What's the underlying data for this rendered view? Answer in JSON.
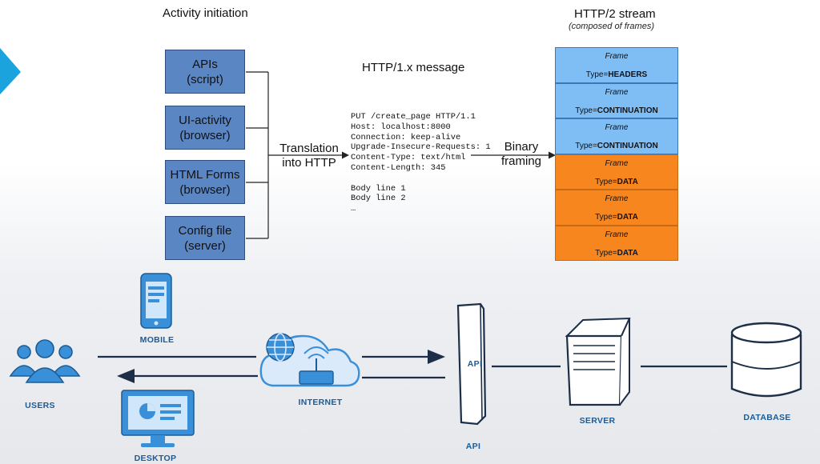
{
  "upper": {
    "activity_title": "Activity initiation",
    "sources": [
      {
        "line1": "APIs",
        "line2": "(script)"
      },
      {
        "line1": "UI-activity",
        "line2": "(browser)"
      },
      {
        "line1": "HTML Forms",
        "line2": "(browser)"
      },
      {
        "line1": "Config file",
        "line2": "(server)"
      }
    ],
    "translation_label": {
      "line1": "Translation",
      "line2": "into HTTP"
    },
    "http1_title": "HTTP/1.x message",
    "http1_lines": [
      "PUT /create_page HTTP/1.1",
      "Host: localhost:8000",
      "Connection: keep-alive",
      "Upgrade-Insecure-Requests: 1",
      "Content-Type: text/html",
      "Content-Length: 345",
      "",
      "Body line 1",
      "Body line 2",
      "…"
    ],
    "framing_label": {
      "line1": "Binary",
      "line2": "framing"
    },
    "http2_title": "HTTP/2 stream",
    "http2_subtitle": "(composed of frames)",
    "frames": [
      {
        "name": "Frame",
        "type_prefix": "Type=",
        "type": "HEADERS",
        "color": "#7fbdf5"
      },
      {
        "name": "Frame",
        "type_prefix": "Type=",
        "type": "CONTINUATION",
        "color": "#7fbdf5"
      },
      {
        "name": "Frame",
        "type_prefix": "Type=",
        "type": "CONTINUATION",
        "color": "#7fbdf5"
      },
      {
        "name": "Frame",
        "type_prefix": "Type=",
        "type": "DATA",
        "color": "#f7861f"
      },
      {
        "name": "Frame",
        "type_prefix": "Type=",
        "type": "DATA",
        "color": "#f7861f"
      },
      {
        "name": "Frame",
        "type_prefix": "Type=",
        "type": "DATA",
        "color": "#f7861f"
      }
    ]
  },
  "lower": {
    "users_label": "USERS",
    "mobile_label": "MOBILE",
    "desktop_label": "DESKTOP",
    "internet_label": "INTERNET",
    "api_inner_label": "API",
    "api_label": "API",
    "server_label": "SERVER",
    "database_label": "DATABASE"
  },
  "colors": {
    "source_box": "#5b86c4",
    "frame_blue": "#7fbdf5",
    "frame_orange": "#f7861f",
    "icon_blue": "#3a8fd9",
    "nav_arrow": "#1aa3dc"
  }
}
